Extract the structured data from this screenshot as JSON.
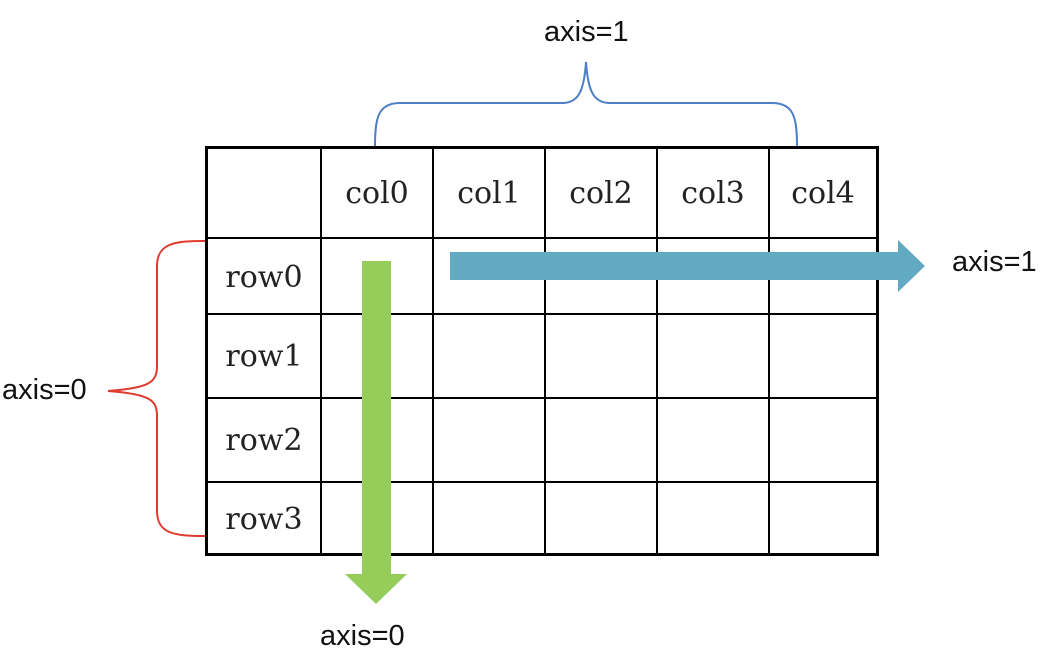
{
  "table": {
    "columns": [
      "col0",
      "col1",
      "col2",
      "col3",
      "col4"
    ],
    "rows": [
      "row0",
      "row1",
      "row2",
      "row3"
    ]
  },
  "labels": {
    "top_brace": "axis=1",
    "right_arrow": "axis=1",
    "left_brace": "axis=0",
    "bottom_arrow": "axis=0"
  },
  "colors": {
    "top_brace": "#4f7fc8",
    "left_brace": "#e03a2f",
    "horizontal_arrow": "#62a9c2",
    "vertical_arrow": "#95cc5a",
    "grid_line": "#000000"
  }
}
